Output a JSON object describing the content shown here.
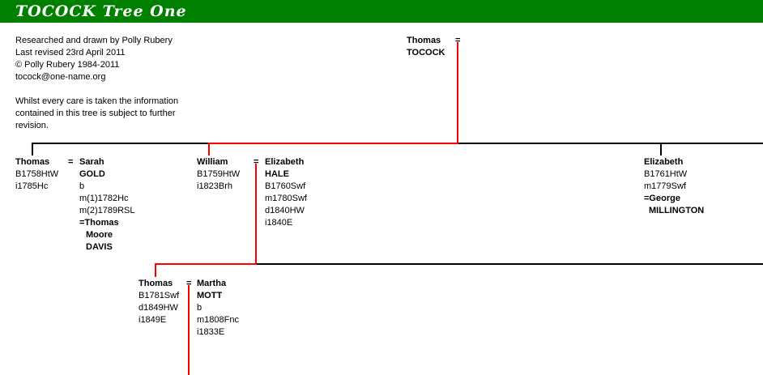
{
  "page": {
    "title": "TOCOCK Tree One",
    "colors": {
      "title_bar": "#008000",
      "title_text": "#ffffff",
      "descent_line": "#ff0000",
      "family_line": "#000000"
    }
  },
  "notes": {
    "lines": [
      "Researched and drawn by Polly Rubery",
      "Last revised 23rd April 2011",
      "© Polly Rubery 1984-2011",
      "tocock@one-name.org"
    ],
    "disclaimer": [
      "Whilst every care is taken the information",
      "contained in this tree is subject to further",
      "revision."
    ]
  },
  "tree": {
    "root": {
      "first": "Thomas",
      "surname": "TOCOCK",
      "marriage_sign": "="
    },
    "thomas": {
      "name": "Thomas",
      "details": [
        "B1758HtW",
        "i1785Hc"
      ],
      "marriage_sign": "="
    },
    "sarah": {
      "name": "Sarah",
      "surname": "GOLD",
      "details": [
        "b",
        "m(1)1782Hc",
        "m(2)1789RSL"
      ],
      "remarried": [
        "=Thomas",
        "Moore",
        "DAVIS"
      ]
    },
    "william": {
      "name": "William",
      "details": [
        "B1759HtW",
        "i1823Brh"
      ],
      "marriage_sign": "="
    },
    "elizabeth_hale": {
      "name": "Elizabeth",
      "surname": "HALE",
      "details": [
        "B1760Swf",
        "m1780Swf",
        "d1840HW",
        "i1840E"
      ]
    },
    "elizabeth_sister": {
      "name": "Elizabeth",
      "details": [
        "B1761HtW",
        "m1779Swf"
      ],
      "spouse": [
        "=George",
        "MILLINGTON"
      ]
    },
    "thomas_son": {
      "name": "Thomas",
      "details": [
        "B1781Swf",
        "d1849HW",
        "i1849E"
      ],
      "marriage_sign": "="
    },
    "martha": {
      "name": "Martha",
      "surname": "MOTT",
      "details": [
        "b",
        "m1808Fnc",
        "i1833E"
      ]
    }
  }
}
